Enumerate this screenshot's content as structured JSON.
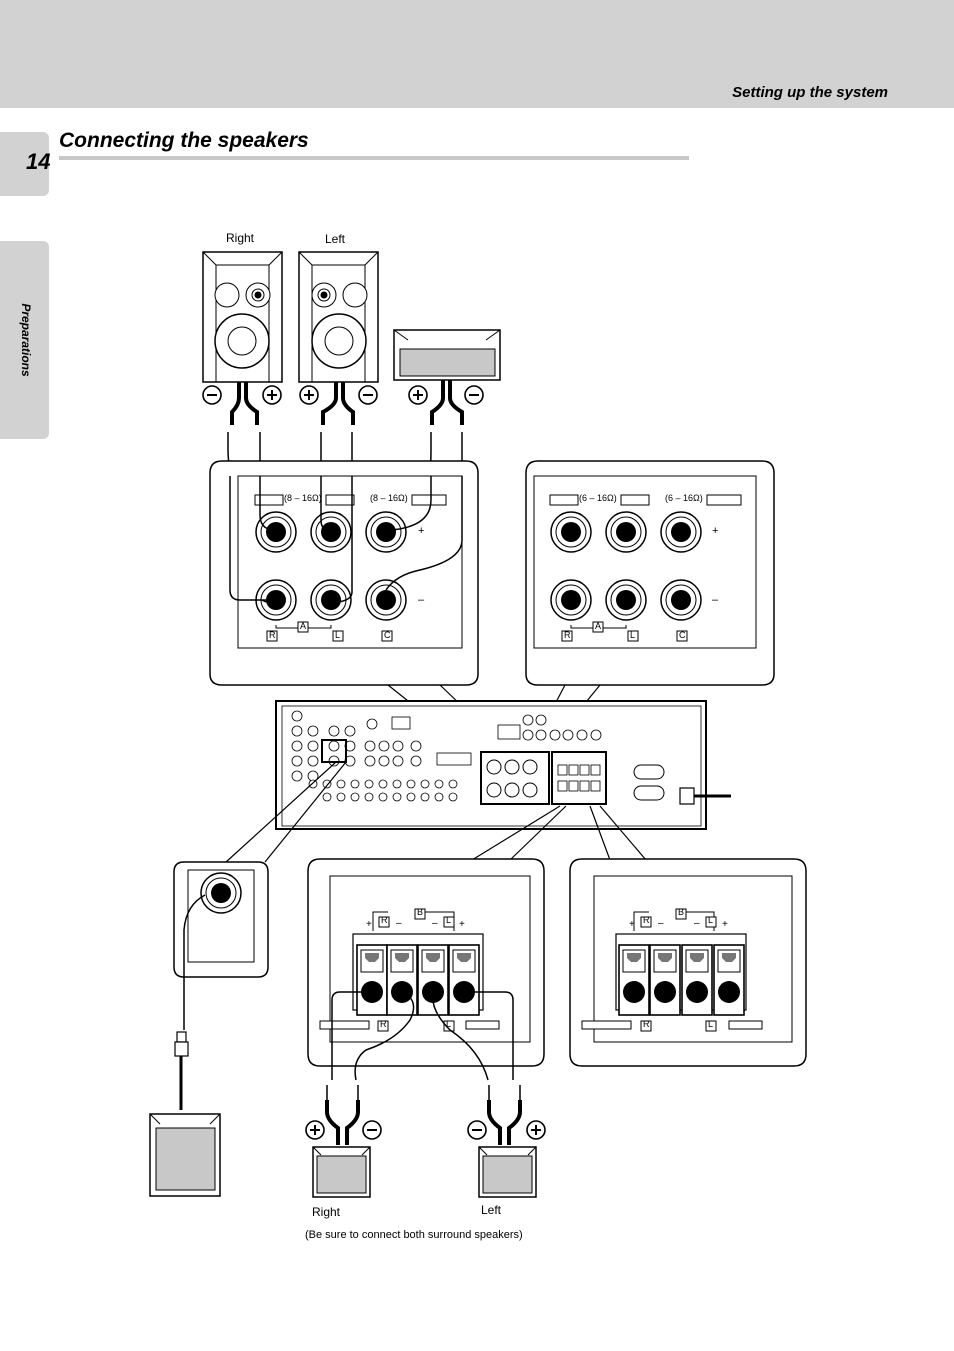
{
  "header": {
    "section": "Setting up the system",
    "page_number": "14"
  },
  "sidebar": {
    "tab_label": "Preparations"
  },
  "main": {
    "title": "Connecting the speakers"
  },
  "diagram": {
    "front_speaker_labels": {
      "right": "Right",
      "left": "Left"
    },
    "surround_speaker_labels": {
      "right": "Right",
      "left": "Left"
    },
    "impedance_8": "(8 – 16Ω)",
    "impedance_6": "(6 – 16Ω)",
    "terminal_R": "R",
    "terminal_L": "L",
    "terminal_C": "C",
    "terminal_A": "A",
    "terminal_B": "B",
    "plus": "+",
    "minus": "–",
    "note": "(Be sure to connect both surround speakers)"
  }
}
